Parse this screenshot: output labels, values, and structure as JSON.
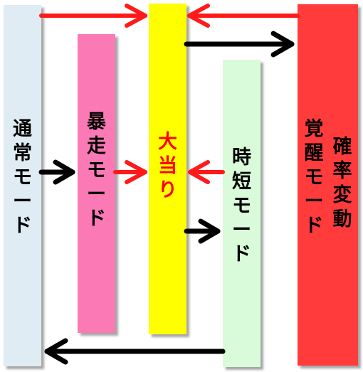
{
  "modes": {
    "normal": {
      "label": [
        "通",
        "常",
        "モ",
        "ー",
        "ド"
      ],
      "color": "#dfecf3"
    },
    "runaway": {
      "label": [
        "暴",
        "走",
        "モ",
        "ー",
        "ド"
      ],
      "color": "#fb7ab5"
    },
    "jackpot": {
      "label": [
        "大",
        "当",
        "り"
      ],
      "color": "#ffff00",
      "text_color": "#ff0000"
    },
    "time_saving": {
      "label": [
        "時",
        "短",
        "モ",
        "ー",
        "ド"
      ],
      "color": "#d9fbd9"
    },
    "awakening": {
      "label_col1": [
        "覚",
        "醒",
        "モ",
        "ー",
        "ド"
      ],
      "label_col2": [
        "確",
        "率",
        "変",
        "動"
      ],
      "color": "#ff3b3b"
    }
  },
  "colors": {
    "arrow_red": "#ff1a1a",
    "arrow_black": "#000000"
  }
}
